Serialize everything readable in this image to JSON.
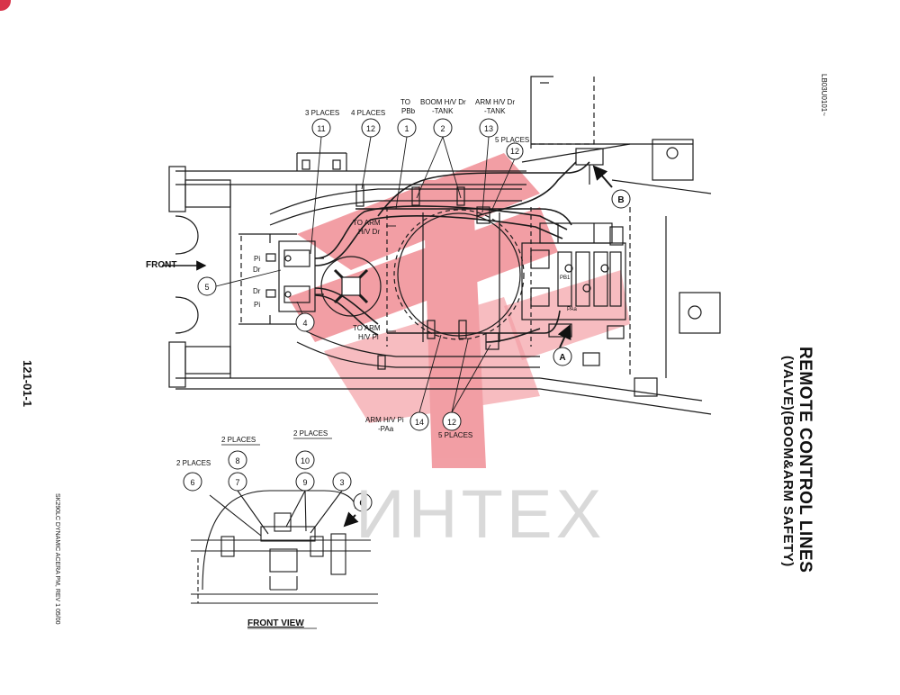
{
  "title": {
    "line1": "REMOTE CONTROL LINES",
    "line2": "(VALVE)(BOOM&ARM SAFETY)"
  },
  "drawing_code": "LB03U0101~",
  "page_number": "121-01-1",
  "footer_code": "SK290LC DYNAMIC ACERA PM, REV 1 05/00",
  "watermark": "ИНТЕХ",
  "labels": {
    "front": "FRONT",
    "front_view": "FRONT VIEW",
    "three_places": "3 PLACES",
    "four_places": "4 PLACES",
    "to_pbb_1": "TO",
    "to_pbb_2": "PBb",
    "boom_hv_dr_1": "BOOM H/V Dr",
    "boom_hv_dr_2": "-TANK",
    "arm_hv_dr_1": "ARM H/V Dr",
    "arm_hv_dr_2": "-TANK",
    "five_places_top": "5 PLACES",
    "to_arm_hv_dr_1": "TO ARM",
    "to_arm_hv_dr_2": "H/V Dr",
    "to_arm_hv_pi_1": "TO ARM",
    "to_arm_hv_pi_2": "H/V Pi",
    "arm_hv_pi_1": "ARM H/V Pi",
    "arm_hv_pi_2": "-PAa",
    "five_places_bottom": "5 PLACES",
    "two_places_a": "2 PLACES",
    "two_places_b": "2 PLACES",
    "two_places_c": "2 PLACES",
    "pi_top": "Pi",
    "dr_top": "Dr",
    "dr_bottom": "Dr",
    "pi_bottom": "Pi",
    "pb1": "PB1",
    "pa": "PAa"
  },
  "callouts": {
    "c11": "11",
    "c12a": "12",
    "c1": "1",
    "c2": "2",
    "c13": "13",
    "c12b": "12",
    "c5": "5",
    "c4": "4",
    "c14": "14",
    "c12c": "12",
    "c8": "8",
    "c7": "7",
    "c6": "6",
    "c10": "10",
    "c9": "9",
    "c3": "3"
  },
  "view_markers": {
    "a": "A",
    "b": "B",
    "c": "C"
  },
  "colors": {
    "line": "#1a1a1a",
    "watermark_red": "#e8505b",
    "watermark_gray": "#d9d9d9",
    "badge": "#d8344a"
  }
}
